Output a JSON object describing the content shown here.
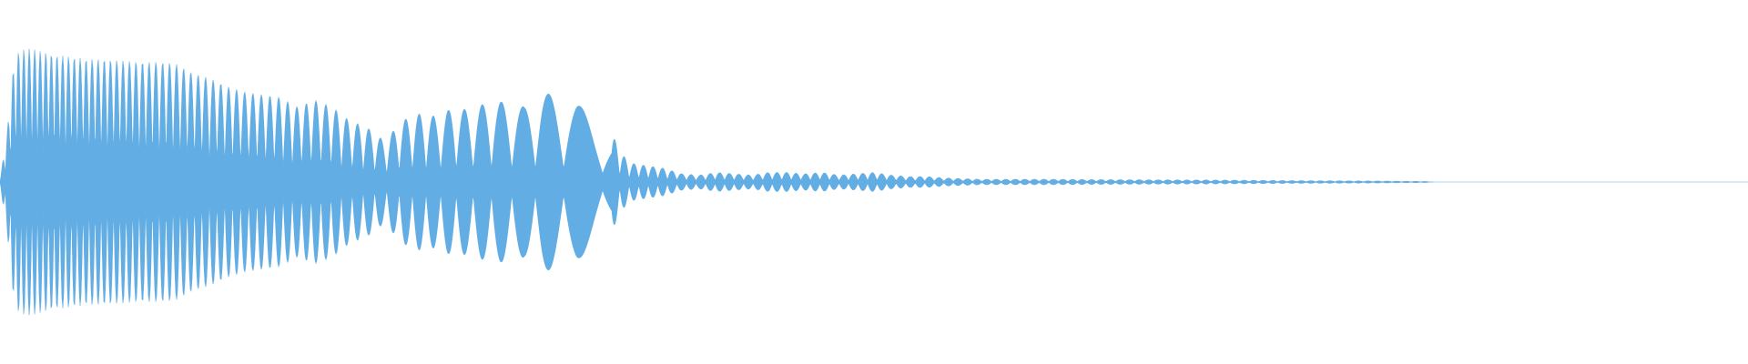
{
  "waveform": {
    "color": "#62ade3",
    "background": "#ffffff",
    "envelope": [
      [
        0.0,
        0.02
      ],
      [
        0.004,
        0.35
      ],
      [
        0.007,
        0.78
      ],
      [
        0.01,
        0.95
      ],
      [
        0.015,
        0.98
      ],
      [
        0.02,
        0.97
      ],
      [
        0.026,
        0.95
      ],
      [
        0.033,
        0.93
      ],
      [
        0.04,
        0.92
      ],
      [
        0.05,
        0.9
      ],
      [
        0.06,
        0.9
      ],
      [
        0.07,
        0.89
      ],
      [
        0.08,
        0.88
      ],
      [
        0.09,
        0.88
      ],
      [
        0.1,
        0.87
      ],
      [
        0.11,
        0.8
      ],
      [
        0.12,
        0.76
      ],
      [
        0.13,
        0.7
      ],
      [
        0.14,
        0.66
      ],
      [
        0.15,
        0.64
      ],
      [
        0.16,
        0.62
      ],
      [
        0.17,
        0.55
      ],
      [
        0.18,
        0.6
      ],
      [
        0.19,
        0.55
      ],
      [
        0.2,
        0.45
      ],
      [
        0.21,
        0.4
      ],
      [
        0.22,
        0.3
      ],
      [
        0.23,
        0.45
      ],
      [
        0.24,
        0.5
      ],
      [
        0.25,
        0.48
      ],
      [
        0.26,
        0.55
      ],
      [
        0.27,
        0.52
      ],
      [
        0.28,
        0.6
      ],
      [
        0.29,
        0.58
      ],
      [
        0.3,
        0.55
      ],
      [
        0.31,
        0.66
      ],
      [
        0.32,
        0.62
      ],
      [
        0.33,
        0.58
      ],
      [
        0.34,
        0.45
      ],
      [
        0.35,
        0.36
      ],
      [
        0.355,
        0.22
      ],
      [
        0.36,
        0.14
      ],
      [
        0.37,
        0.12
      ],
      [
        0.38,
        0.1
      ],
      [
        0.39,
        0.06
      ],
      [
        0.4,
        0.05
      ],
      [
        0.41,
        0.07
      ],
      [
        0.42,
        0.06
      ],
      [
        0.43,
        0.05
      ],
      [
        0.44,
        0.07
      ],
      [
        0.45,
        0.07
      ],
      [
        0.46,
        0.06
      ],
      [
        0.47,
        0.07
      ],
      [
        0.48,
        0.05
      ],
      [
        0.49,
        0.06
      ],
      [
        0.5,
        0.07
      ],
      [
        0.51,
        0.05
      ],
      [
        0.52,
        0.04
      ],
      [
        0.53,
        0.04
      ],
      [
        0.54,
        0.03
      ],
      [
        0.55,
        0.025
      ],
      [
        0.56,
        0.02
      ],
      [
        0.58,
        0.02
      ],
      [
        0.6,
        0.02
      ],
      [
        0.62,
        0.018
      ],
      [
        0.64,
        0.017
      ],
      [
        0.66,
        0.016
      ],
      [
        0.68,
        0.015
      ],
      [
        0.7,
        0.014
      ],
      [
        0.72,
        0.012
      ],
      [
        0.74,
        0.01
      ],
      [
        0.76,
        0.009
      ],
      [
        0.78,
        0.008
      ],
      [
        0.8,
        0.006
      ],
      [
        0.815,
        0.004
      ],
      [
        0.82,
        0.0
      ],
      [
        1.0,
        0.0
      ]
    ]
  }
}
